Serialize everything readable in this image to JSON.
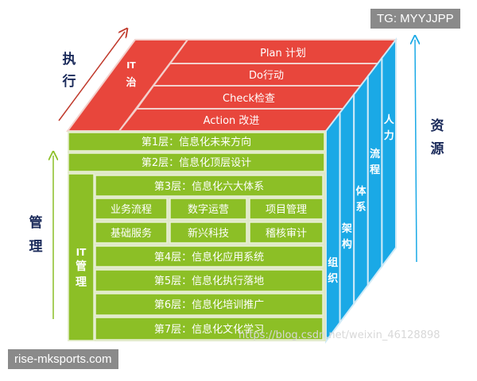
{
  "colors": {
    "red": "#e8463c",
    "green": "#8cbf26",
    "blue": "#1aa9e6",
    "dark_text": "#1a2a5a"
  },
  "top_face": {
    "side_label": [
      "IT",
      "治"
    ],
    "rows": [
      "Plan 计划",
      "Do行动",
      "Check检查",
      "Action 改进"
    ]
  },
  "front_face": {
    "layer1": "第1层：信息化未来方向",
    "layer2": "第2层：信息化顶层设计",
    "side_label": [
      "IT",
      "管",
      "理"
    ],
    "layer3": "第3层：信息化六大体系",
    "grid": [
      [
        "业务流程",
        "数字运营",
        "项目管理"
      ],
      [
        "基础服务",
        "新兴科技",
        "稽核审计"
      ]
    ],
    "layer4": "第4层：信息化应用系统",
    "layer5": "第5层：信息化执行落地",
    "layer6": "第6层：信息化培训推广",
    "layer7": "第7层：信息化文化学习"
  },
  "side_face": {
    "strips": [
      [
        "组",
        "织"
      ],
      [
        "架",
        "构"
      ],
      [
        "体",
        "系"
      ],
      [
        "流",
        "程"
      ],
      [
        "人",
        "力"
      ]
    ]
  },
  "arrows": {
    "execute": [
      "执",
      "行"
    ],
    "manage": [
      "管",
      "理"
    ],
    "resource": [
      "资",
      "源"
    ]
  },
  "watermarks": {
    "top_right": "TG: MYYJJPP",
    "bottom_left": "rise-mksports.com",
    "csdn": "https://blog.csdn.net/weixin_46128898"
  }
}
